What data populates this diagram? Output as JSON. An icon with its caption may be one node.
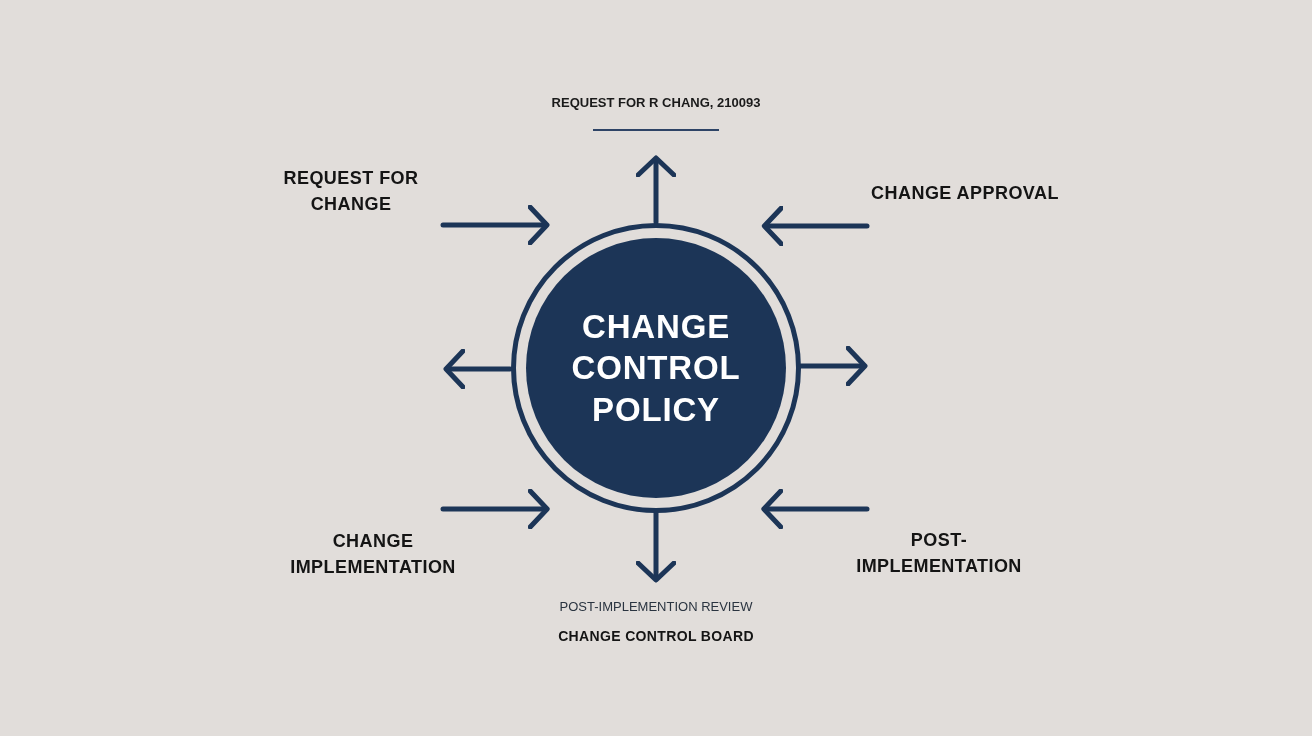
{
  "diagram": {
    "nodes": [
      {
        "text": [
          "CHANGE CONTROL POLICY"
        ]
      },
      {
        "text": [
          "REQUEST FOR CHANGE"
        ]
      },
      {
        "text": [
          "CHANGE APPROVAL"
        ]
      },
      {
        "text": [
          "CHANGE IMPLEMENTATION"
        ]
      },
      {
        "text": [
          "POST- IMPLEMENTATION"
        ]
      },
      {
        "text": [
          "REQUEST FOR R CHANG, 210093"
        ]
      },
      {
        "text": [
          "POST-IMPLEMENTION REVIEW"
        ]
      }
    ],
    "edges": [
      {
        "from": 0,
        "to": 5,
        "arrow": "to"
      },
      {
        "from": 0,
        "to": 6,
        "arrow": "to"
      },
      {
        "from": 0,
        "to": null,
        "arrow": "to"
      },
      {
        "from": 0,
        "to": null,
        "arrow": "to"
      },
      {
        "from": 1,
        "to": 0,
        "arrow": "to"
      },
      {
        "from": 2,
        "to": 0,
        "arrow": "to"
      },
      {
        "from": 3,
        "to": 0,
        "arrow": "to"
      },
      {
        "from": 4,
        "to": 0,
        "arrow": "to"
      }
    ],
    "labels": [
      "CHANGE CONTROL BOARD"
    ]
  }
}
